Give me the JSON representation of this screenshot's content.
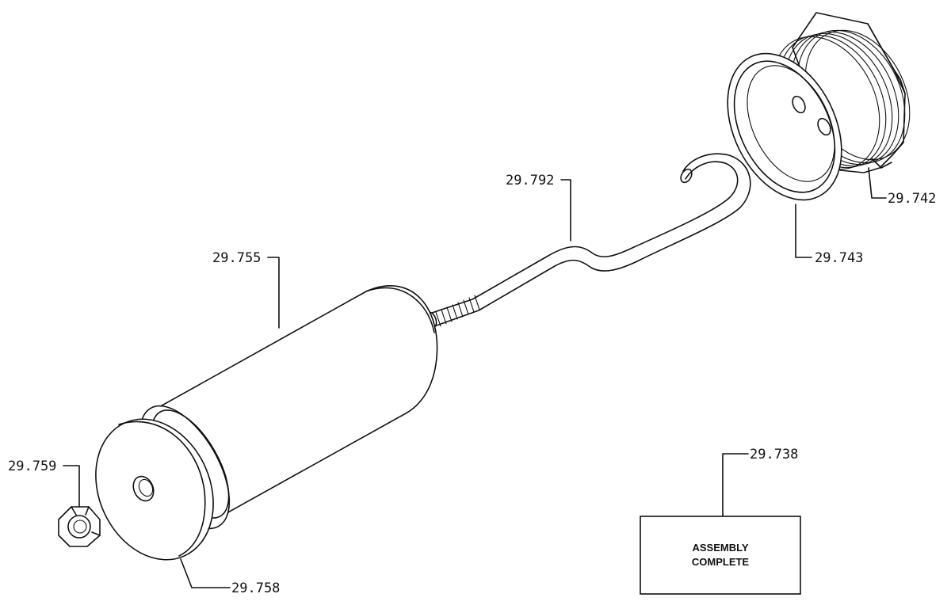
{
  "callouts": {
    "part_29_792": "29.792",
    "part_29_755": "29.755",
    "part_29_742": "29.742",
    "part_29_743": "29.743",
    "part_29_759": "29.759",
    "part_29_758": "29.758",
    "part_29_738": "29.738"
  },
  "assembly_box": {
    "line1": "ASSEMBLY",
    "line2": "COMPLETE"
  }
}
